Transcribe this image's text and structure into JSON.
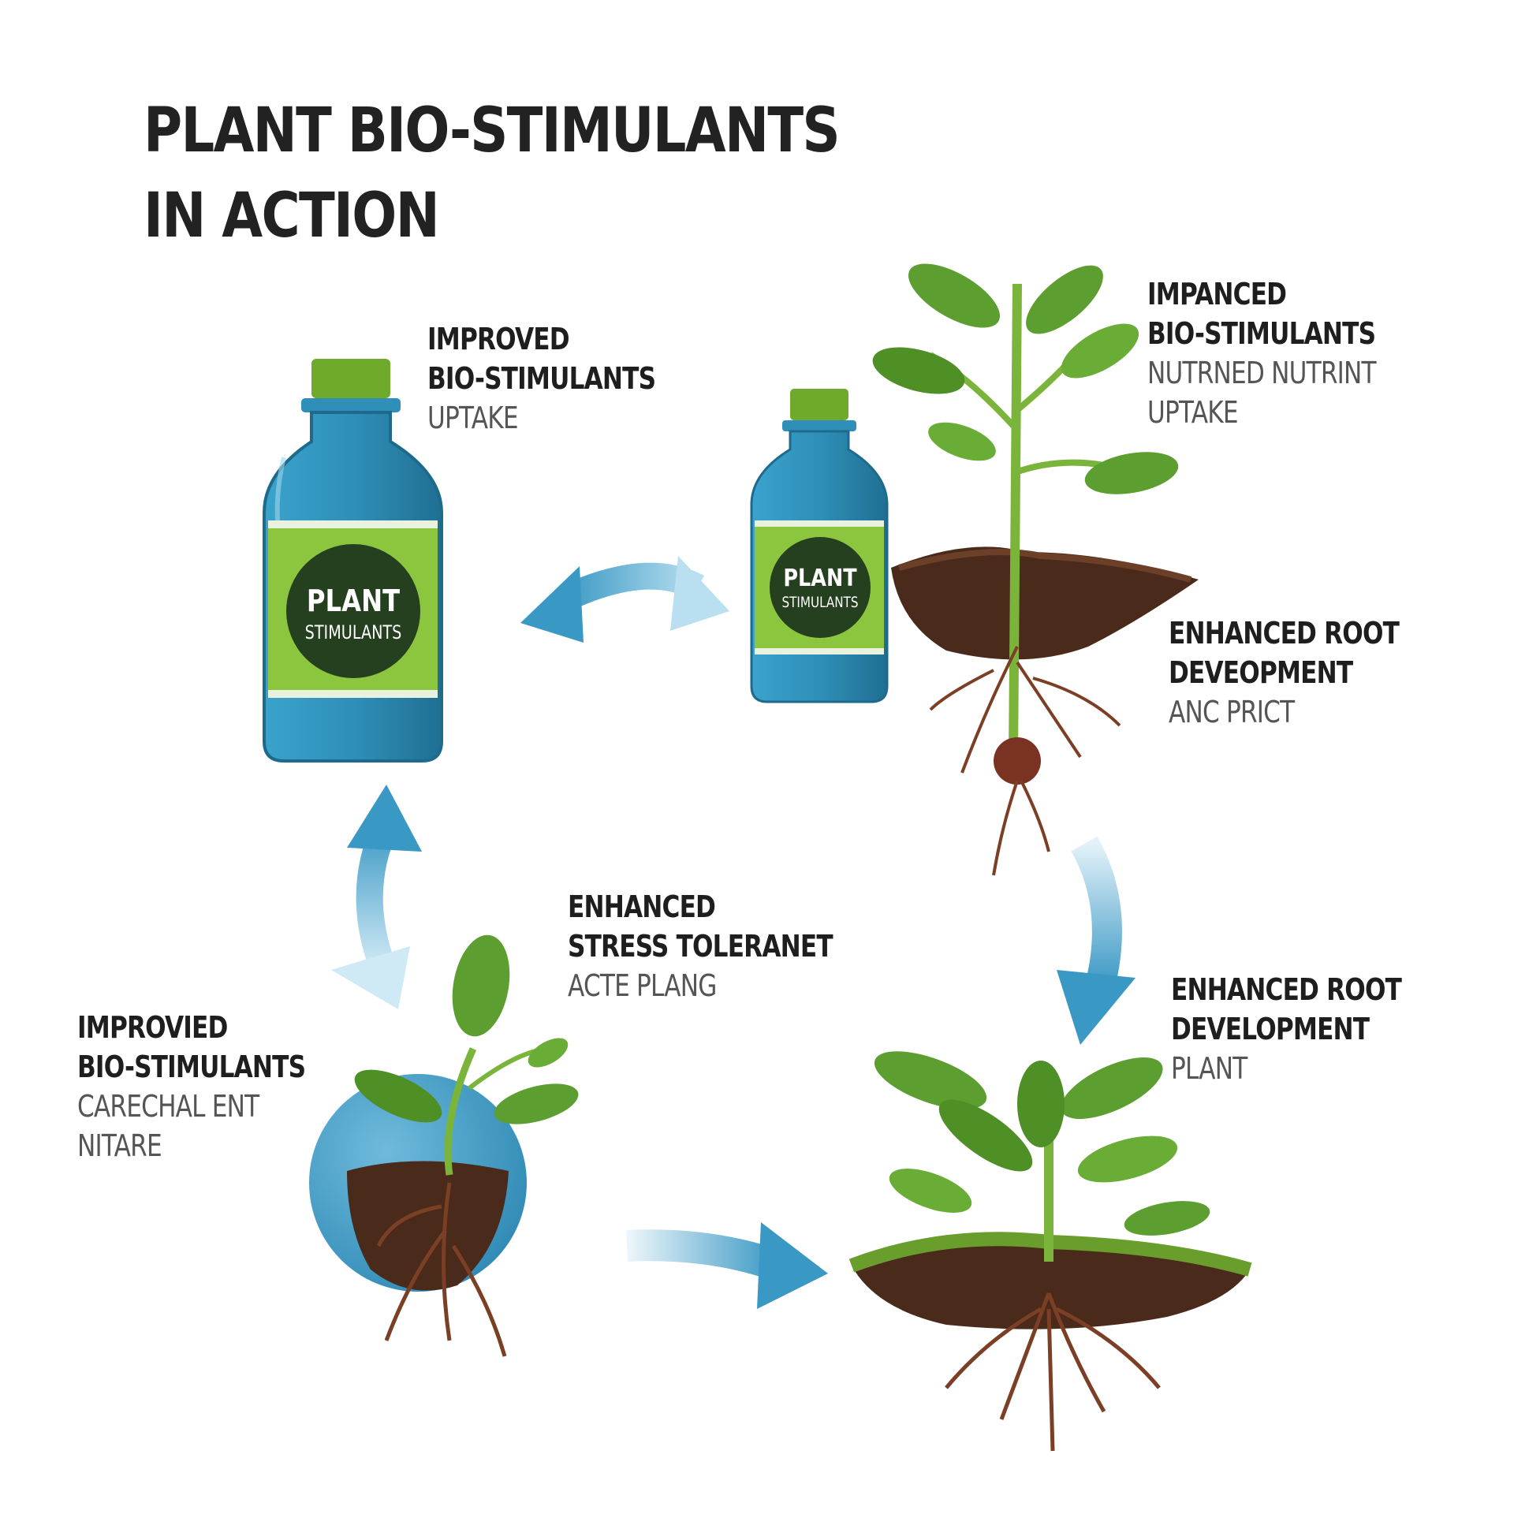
{
  "title": {
    "line1": "PLANT BIO-STIMULANTS",
    "line2": "IN ACTION"
  },
  "bottles": [
    {
      "label_line1": "PLANT",
      "label_line2": "STIMULANTS"
    },
    {
      "label_line1": "PLANT",
      "label_line2": "STIMULANTS"
    }
  ],
  "labels": {
    "top_left": {
      "line1": "IMPROVED",
      "line2": "BIO-STIMULANTS",
      "line3": "UPTAKE"
    },
    "top_right": {
      "line1": "IMPANCED",
      "line2": "BIO-STIMULANTS",
      "line3": "NUTRNED NUTRINT",
      "line4": "UPTAKE"
    },
    "middle_right": {
      "line1": "ENHANCED ROOT",
      "line2": "DEVEOPMENT",
      "line3": "ANC PRICT"
    },
    "center": {
      "line1": "ENHANCED",
      "line2": "STRESS TOLERANET",
      "line3": "ACTE PLANG"
    },
    "bottom_left": {
      "line1": "IMPROVIED",
      "line2": "BIO-STIMULANTS",
      "line3": "CARECHAL ENT",
      "line4": "NITARE"
    },
    "bottom_right": {
      "line1": "ENHANCED ROOT",
      "line2": "DEVELOPMENT",
      "line3": "PLANT"
    }
  },
  "colors": {
    "bottle_blue": "#2f8fb8",
    "bottle_dark": "#1f6f93",
    "label_green": "#8cc63f",
    "badge_dark": "#24401f",
    "cap_green": "#6faa2c",
    "arrow_blue": "#3a98c4",
    "soil_brown": "#5a3220",
    "root_brown": "#7a3f24",
    "leaf_green": "#5c9e2f",
    "title_text": "#222222"
  }
}
